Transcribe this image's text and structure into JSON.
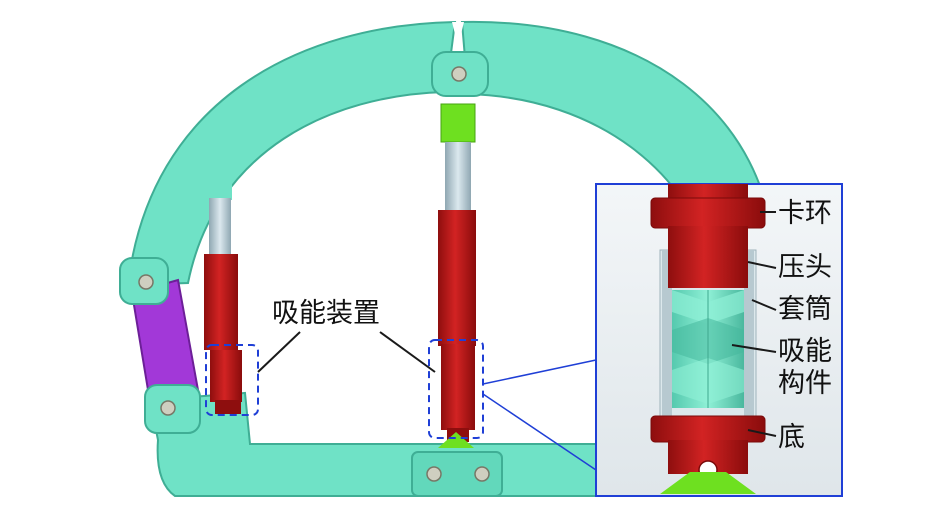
{
  "labels": {
    "main": "吸能装置",
    "inset": {
      "clamp_ring": "卡环",
      "press_head": "压头",
      "sleeve": "套筒",
      "absorber_line1": "吸能",
      "absorber_line2": "构件",
      "base": "底"
    }
  },
  "colors": {
    "frame": "#6fe2c6",
    "frame_edge": "#3fae95",
    "strut_red": "#c41a1a",
    "strut_red_dark": "#8e0e0e",
    "rod_gray": "#b9cdd6",
    "collar_green": "#6ee020",
    "purple_link": "#a238d8",
    "inset_border": "#1f3fd6",
    "callout_line": "#1a1a1a",
    "pin": "#cfcfc0"
  }
}
